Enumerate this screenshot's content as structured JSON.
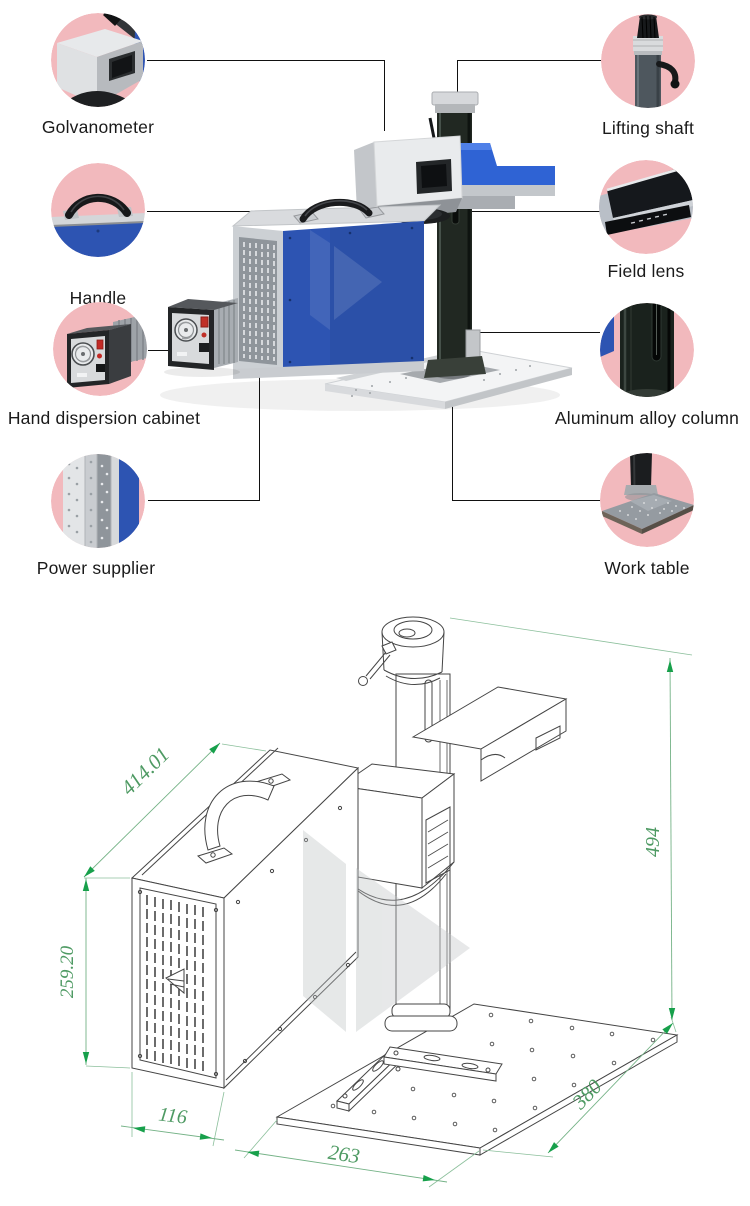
{
  "callouts": {
    "golvanometer": {
      "label": "Golvanometer"
    },
    "lifting_shaft": {
      "label": "Lifting shaft"
    },
    "handle": {
      "label": "Handle"
    },
    "field_lens": {
      "label": "Field lens"
    },
    "hand_dispersion_cabinet": {
      "label": "Hand dispersion cabinet"
    },
    "aluminum_alloy_column": {
      "label": "Aluminum alloy column"
    },
    "power_supplier": {
      "label": "Power supplier"
    },
    "work_table": {
      "label": "Work table"
    }
  },
  "diagram": {
    "dimensions": {
      "case_length": "414.01",
      "case_height": "259.20",
      "case_width": "116",
      "table_depth": "263",
      "table_width": "380",
      "machine_height": "494"
    }
  },
  "colors": {
    "callout_background": "#f2b9bd",
    "machine_blue": "#2d54b2",
    "dimension_green": "#17a04b",
    "line_black": "#111111"
  }
}
